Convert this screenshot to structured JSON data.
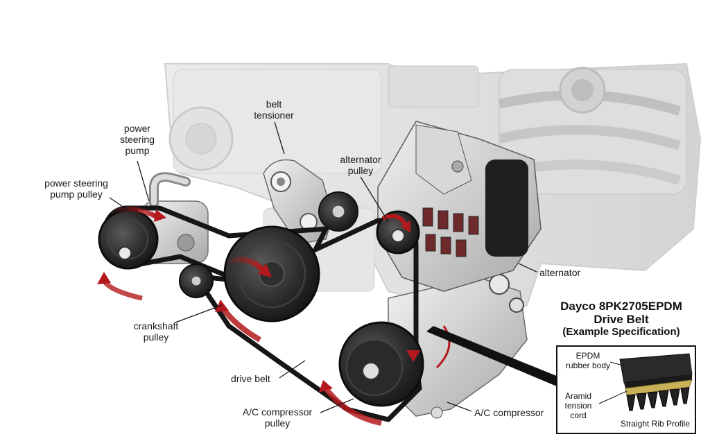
{
  "labels": {
    "power_steering_pump": "power\nsteering\npump",
    "power_steering_pump_pulley": "power steering\npump pulley",
    "belt_tensioner": "belt\ntensioner",
    "alternator_pulley": "alternator\npulley",
    "alternator": "alternator",
    "crankshaft_pulley": "crankshaft\npulley",
    "drive_belt": "drive belt",
    "ac_compressor_pulley": "A/C compressor\npulley",
    "ac_compressor": "A/C compressor"
  },
  "inset": {
    "title_line1": "Dayco 8PK2705EPDM",
    "title_line2": "Drive Belt",
    "subtitle": "(Example Specification)",
    "epdm_label": "EPDM\nrubber body",
    "aramid_label": "Aramid\ntension\ncord",
    "rib_label": "Straight Rib Profile"
  },
  "colors": {
    "arrow": "#b3191c",
    "belt": "#161616",
    "engine": "#e4e4e4",
    "pulley": "#262626"
  }
}
